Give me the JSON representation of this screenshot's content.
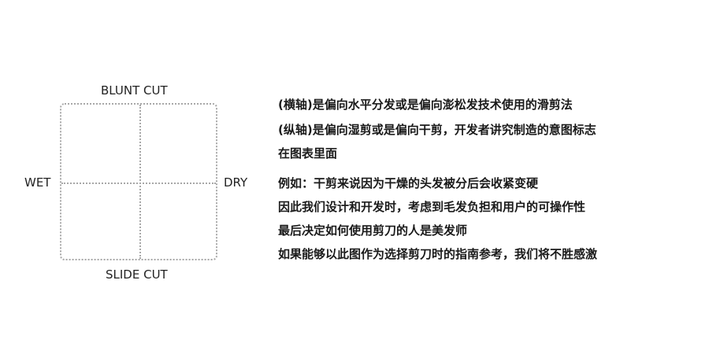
{
  "diagram": {
    "top_label": "BLUNT CUT",
    "bottom_label": "SLIDE CUT",
    "left_label": "WET",
    "right_label": "DRY"
  },
  "notes": {
    "line1": "(横轴)是偏向水平分发或是偏向澎松发技术使用的滑剪法",
    "line2": "(纵轴)是偏向湿剪或是偏向干剪，开发者讲究制造的意图标志",
    "line3": "在图表里面",
    "line4": "例如：干剪来说因为干燥的头发被分后会收紧变硬",
    "line5": "因此我们设计和开发时，考虑到毛发负担和用户的可操作性",
    "line6": "最后决定如何使用剪刀的人是美发师",
    "line7": "如果能够以此图作为选择剪刀时的指南参考，我们将不胜感激"
  }
}
